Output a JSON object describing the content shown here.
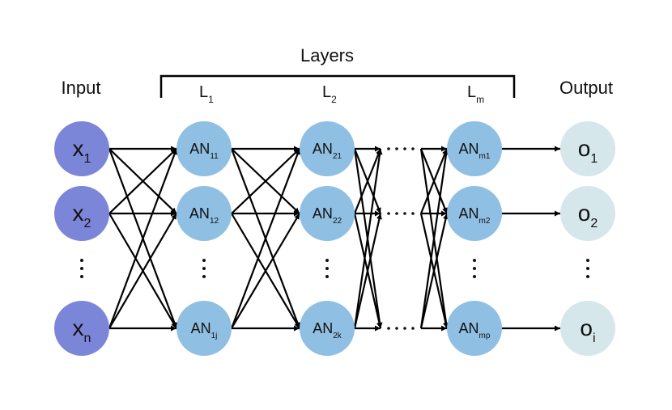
{
  "header": {
    "title": "Layers",
    "input_label": "Input",
    "output_label": "Output",
    "layer_labels": [
      {
        "main": "L",
        "sub": "1"
      },
      {
        "main": "L",
        "sub": "2"
      },
      {
        "main": "L",
        "sub": "m"
      }
    ]
  },
  "colors": {
    "input_node": "#7b86d8",
    "hidden_node": "#8fbfe3",
    "output_node": "#d5e7eb",
    "edge": "#000000"
  },
  "columns": [
    {
      "id": "input",
      "nodes": [
        {
          "main": "x",
          "sub": "1"
        },
        {
          "main": "x",
          "sub": "2"
        },
        {
          "main": "x",
          "sub": "n"
        }
      ]
    },
    {
      "id": "layer1",
      "nodes": [
        {
          "main": "AN",
          "sub": "11"
        },
        {
          "main": "AN",
          "sub": "12"
        },
        {
          "main": "AN",
          "sub": "1j"
        }
      ]
    },
    {
      "id": "layer2",
      "nodes": [
        {
          "main": "AN",
          "sub": "21"
        },
        {
          "main": "AN",
          "sub": "22"
        },
        {
          "main": "AN",
          "sub": "2k"
        }
      ]
    },
    {
      "id": "layerm",
      "nodes": [
        {
          "main": "AN",
          "sub": "m1"
        },
        {
          "main": "AN",
          "sub": "m2"
        },
        {
          "main": "AN",
          "sub": "mp"
        }
      ]
    },
    {
      "id": "output",
      "nodes": [
        {
          "main": "o",
          "sub": "1"
        },
        {
          "main": "o",
          "sub": "2"
        },
        {
          "main": "o",
          "sub": "i"
        }
      ]
    }
  ]
}
